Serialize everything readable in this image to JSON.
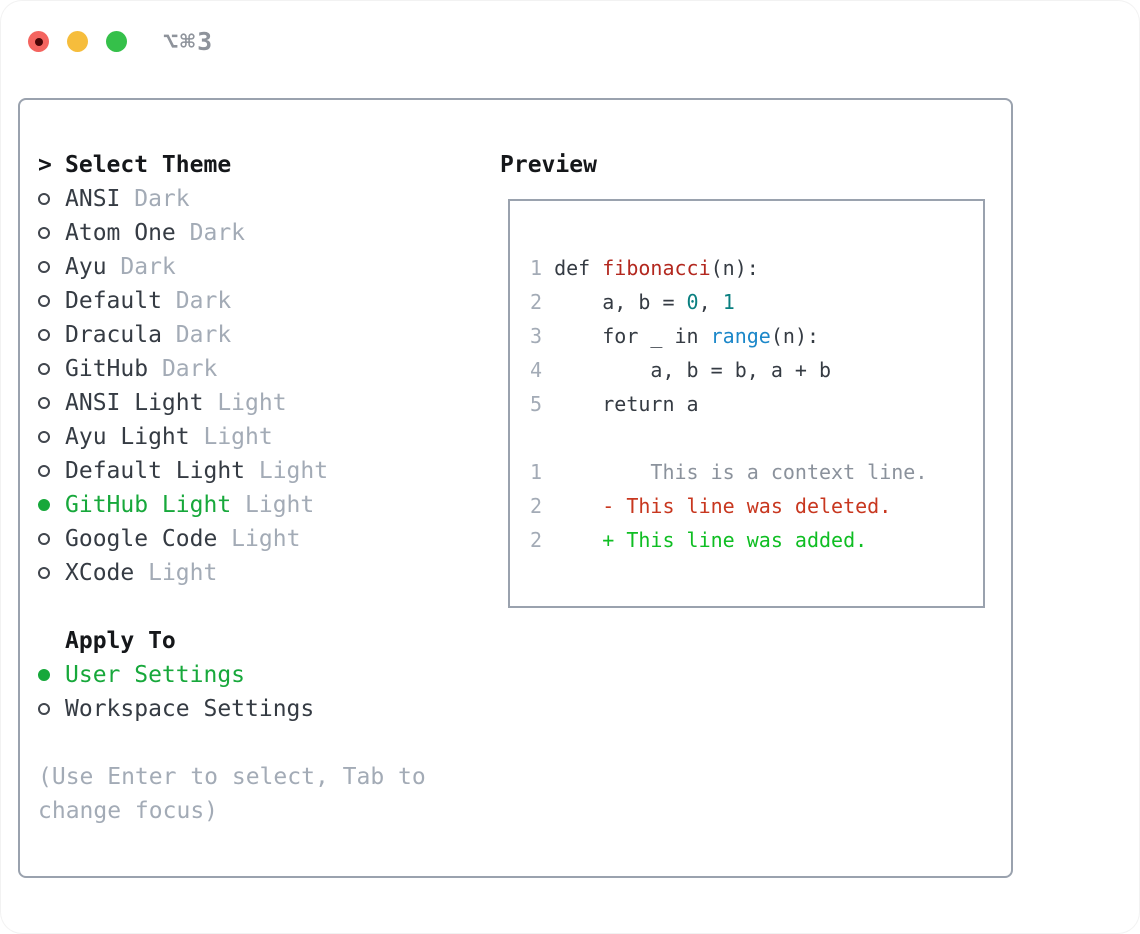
{
  "window": {
    "title": "⌥⌘3",
    "traffic_lights": [
      {
        "name": "close",
        "color": "#f4645f",
        "inner_dot": true
      },
      {
        "name": "minimize",
        "color": "#f6bd3c",
        "inner_dot": false
      },
      {
        "name": "zoom",
        "color": "#35c04a",
        "inner_dot": false
      }
    ]
  },
  "theme_list": {
    "header_marker": ">",
    "header_label": "Select Theme",
    "items": [
      {
        "name": "ANSI",
        "variant": "Dark",
        "selected": false
      },
      {
        "name": "Atom One",
        "variant": "Dark",
        "selected": false
      },
      {
        "name": "Ayu",
        "variant": "Dark",
        "selected": false
      },
      {
        "name": "Default",
        "variant": "Dark",
        "selected": false
      },
      {
        "name": "Dracula",
        "variant": "Dark",
        "selected": false
      },
      {
        "name": "GitHub",
        "variant": "Dark",
        "selected": false
      },
      {
        "name": "ANSI Light",
        "variant": "Light",
        "selected": false
      },
      {
        "name": "Ayu Light",
        "variant": "Light",
        "selected": false
      },
      {
        "name": "Default Light",
        "variant": "Light",
        "selected": false
      },
      {
        "name": "GitHub Light",
        "variant": "Light",
        "selected": true
      },
      {
        "name": "Google Code",
        "variant": "Light",
        "selected": false
      },
      {
        "name": "XCode",
        "variant": "Light",
        "selected": false
      }
    ]
  },
  "apply_to": {
    "label": "Apply To",
    "options": [
      {
        "name": "User Settings",
        "selected": true
      },
      {
        "name": "Workspace Settings",
        "selected": false
      }
    ]
  },
  "hint": {
    "line1": "(Use Enter to select, Tab to",
    "line2": "change focus)"
  },
  "preview": {
    "label": "Preview",
    "code_lines": [
      {
        "num": "1",
        "segments": [
          {
            "text": "def ",
            "style": "plain"
          },
          {
            "text": "fibonacci",
            "style": "function"
          },
          {
            "text": "(n):",
            "style": "plain"
          }
        ]
      },
      {
        "num": "2",
        "segments": [
          {
            "text": "    a, b = ",
            "style": "plain"
          },
          {
            "text": "0",
            "style": "number"
          },
          {
            "text": ", ",
            "style": "plain"
          },
          {
            "text": "1",
            "style": "number"
          }
        ]
      },
      {
        "num": "3",
        "segments": [
          {
            "text": "    for _ in ",
            "style": "plain"
          },
          {
            "text": "range",
            "style": "builtin"
          },
          {
            "text": "(n):",
            "style": "plain"
          }
        ]
      },
      {
        "num": "4",
        "segments": [
          {
            "text": "        a, b = b, a + b",
            "style": "plain"
          }
        ]
      },
      {
        "num": "5",
        "segments": [
          {
            "text": "    return a",
            "style": "plain"
          }
        ]
      }
    ],
    "diff_lines": [
      {
        "num": "1",
        "segments": [
          {
            "text": "        This is a context line.",
            "style": "context"
          }
        ]
      },
      {
        "num": "2",
        "segments": [
          {
            "text": "    ",
            "style": "plain"
          },
          {
            "text": "- This line was deleted.",
            "style": "deleted"
          }
        ]
      },
      {
        "num": "2",
        "segments": [
          {
            "text": "    ",
            "style": "plain"
          },
          {
            "text": "+ This line was added.",
            "style": "added"
          }
        ]
      }
    ]
  },
  "colors": {
    "selected_green": "#17a83b",
    "added_green": "#0fbe23",
    "deleted_red": "#c8371f",
    "function_red": "#b3281f",
    "number_teal": "#0a7f80",
    "builtin_blue": "#1b87c9",
    "text_dark": "#353b43",
    "muted_gray": "#a3abb6",
    "border_gray": "#9aa2ae"
  }
}
